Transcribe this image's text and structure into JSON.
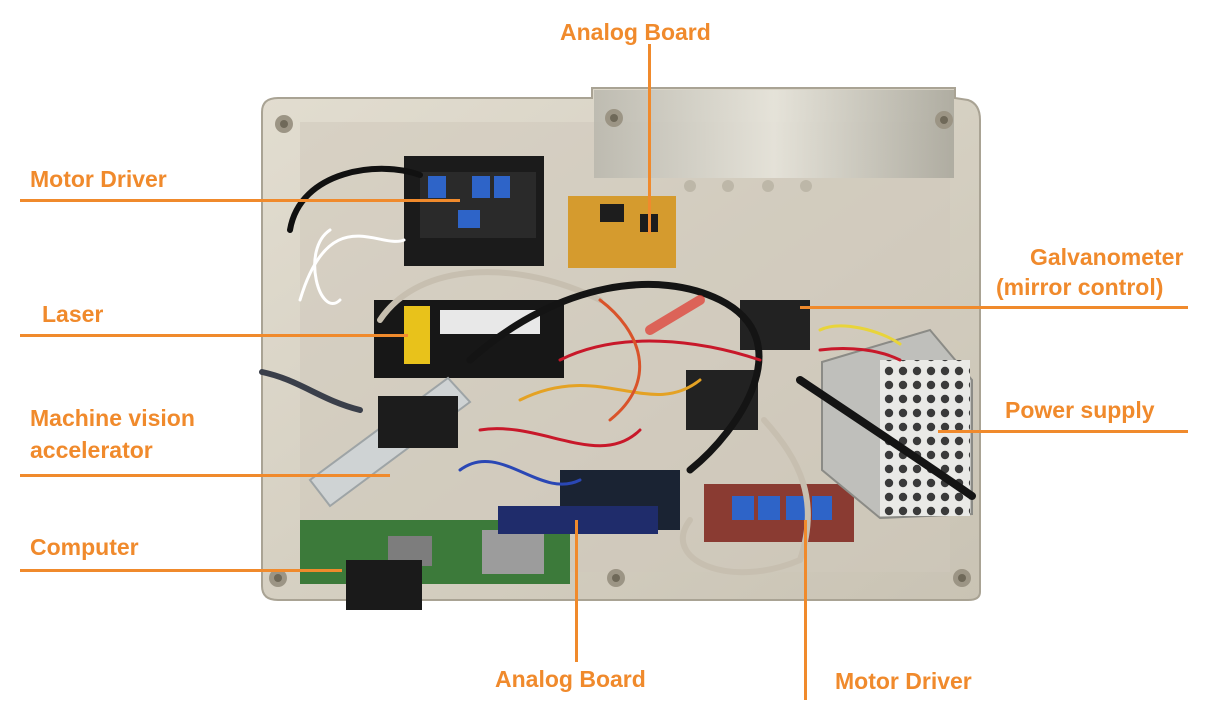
{
  "labels": {
    "analog_board_top": "Analog Board",
    "motor_driver_left": "Motor Driver",
    "laser": "Laser",
    "machine_vision_line1": "Machine vision",
    "machine_vision_line2": "accelerator",
    "computer": "Computer",
    "galvanometer_line1": "Galvanometer",
    "galvanometer_line2": "(mirror control)",
    "power_supply": "Power supply",
    "analog_board_bottom": "Analog Board",
    "motor_driver_bottom": "Motor Driver"
  },
  "colors": {
    "label": "#f08a2c",
    "enclosure": "#d8d3c6",
    "background": "#ffffff"
  }
}
